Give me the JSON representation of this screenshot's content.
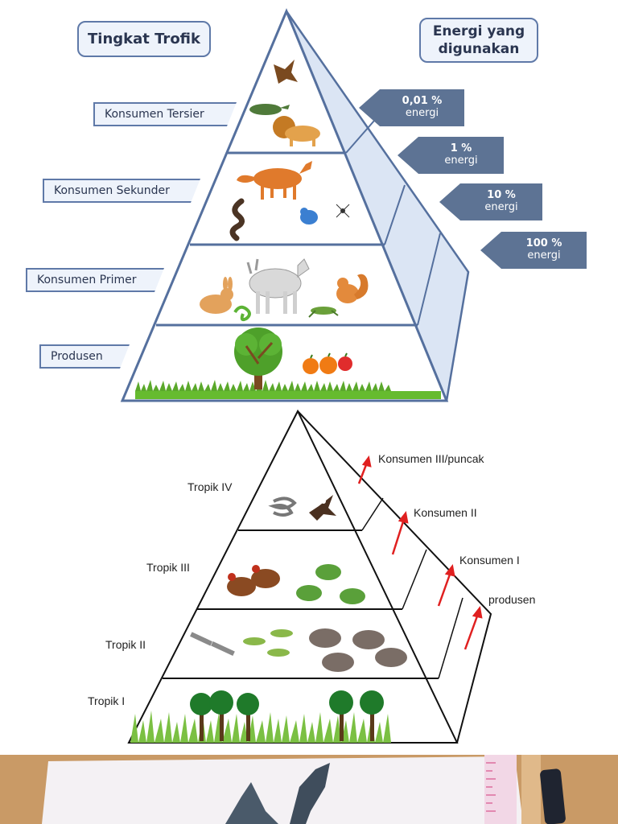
{
  "top_diagram": {
    "header_left": "Tingkat Trofik",
    "header_right_line1": "Energi yang",
    "header_right_line2": "digunakan",
    "levels": [
      {
        "label": "Konsumen Tersier"
      },
      {
        "label": "Konsumen Sekunder"
      },
      {
        "label": "Konsumen Primer"
      },
      {
        "label": "Produsen"
      }
    ],
    "energy": [
      {
        "value": "0,01 %",
        "unit": "energi"
      },
      {
        "value": "1 %",
        "unit": "energi"
      },
      {
        "value": "10 %",
        "unit": "energi"
      },
      {
        "value": "100 %",
        "unit": "energi"
      }
    ]
  },
  "bottom_diagram": {
    "levels": [
      {
        "label": "Tropik IV"
      },
      {
        "label": "Tropik III"
      },
      {
        "label": "Tropik II"
      },
      {
        "label": "Tropik I"
      }
    ],
    "consumers": [
      {
        "label": "Konsumen III/puncak"
      },
      {
        "label": "Konsumen II"
      },
      {
        "label": "Konsumen I"
      },
      {
        "label": "produsen"
      }
    ]
  },
  "colors": {
    "label_border": "#5f79a8",
    "label_fill": "#eef3fb",
    "arrow_fill": "#5d7394",
    "grass": "#66bb2f",
    "red_arrow": "#e02020"
  }
}
